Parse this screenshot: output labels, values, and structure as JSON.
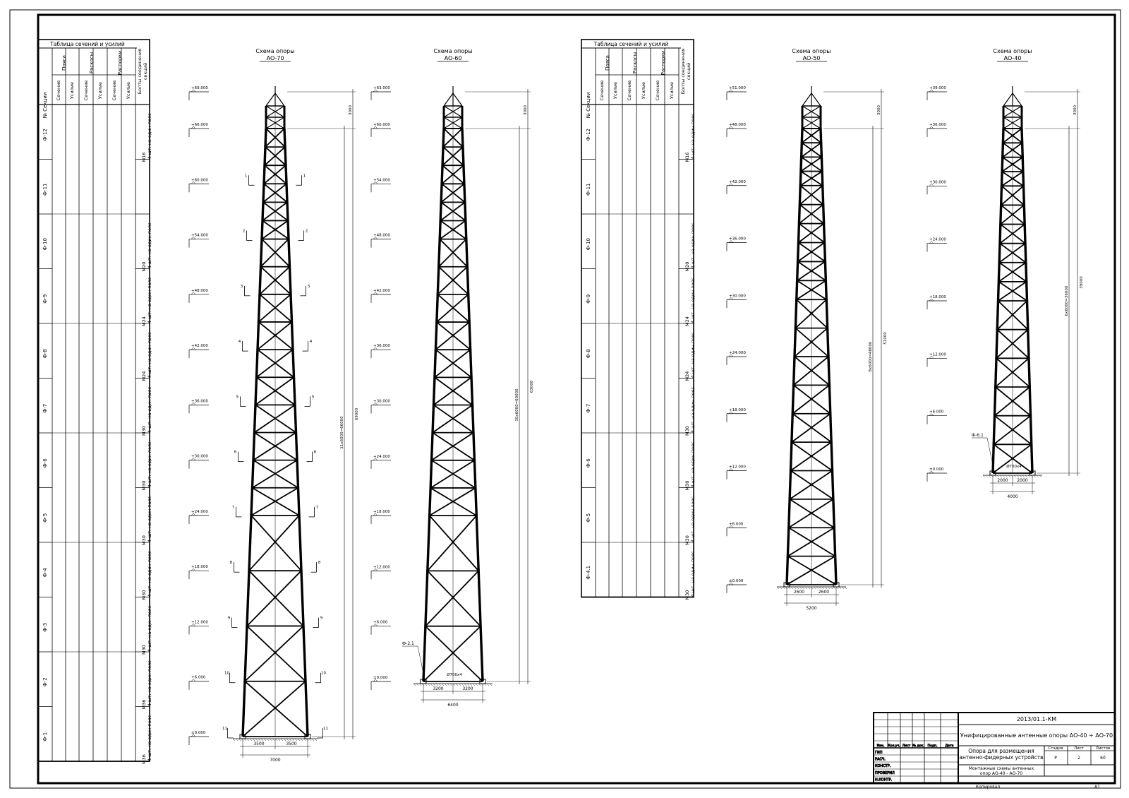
{
  "tables": [
    {
      "title": "Таблица сечений и усилий",
      "headers": {
        "section_no": "№ Секции",
        "belts": "Пояса",
        "braces": "Раскосы",
        "struts": "Распорки",
        "section": "Сечение",
        "force": "Усилие",
        "bolts": "Болты соединения секций"
      },
      "rows": [
        {
          "name": "Ф-12",
          "bolt": "4 шт. на один пояс М16"
        },
        {
          "name": "Ф-11",
          "bolt": ""
        },
        {
          "name": "Ф-10",
          "bolt": "4 шт. на один пояс М20"
        },
        {
          "name": "Ф-9",
          "bolt": "4 шт. на один пояс М24"
        },
        {
          "name": "Ф-8",
          "bolt": "4 шт. на один пояс М24"
        },
        {
          "name": "Ф-7",
          "bolt": "4 шт. на один пояс М30"
        },
        {
          "name": "Ф-6",
          "bolt": "4 шт. на один пояс М30"
        },
        {
          "name": "Ф-5",
          "bolt": "4 шт. на один пояс М30"
        },
        {
          "name": "Ф-4",
          "bolt": "4 шт. на один пояс М30"
        },
        {
          "name": "Ф-3",
          "bolt": "4 шт. на один пояс М30"
        },
        {
          "name": "Ф-2",
          "bolt": "4 шт. на один пояс М36"
        },
        {
          "name": "Ф-1",
          "bolt": "4 шт. на один пояс М36"
        }
      ]
    },
    {
      "title": "Таблица сечений и усилий",
      "headers": {
        "section_no": "№ Секции",
        "belts": "Пояса",
        "braces": "Раскосы",
        "struts": "Распорки",
        "section": "Сечение",
        "force": "Усилие",
        "bolts": "Болты соединения секций"
      },
      "rows": [
        {
          "name": "Ф-12",
          "bolt": "4 шт. на один пояс М16"
        },
        {
          "name": "Ф-11",
          "bolt": ""
        },
        {
          "name": "Ф-10",
          "bolt": "4 шт. на один пояс М20"
        },
        {
          "name": "Ф-9",
          "bolt": "4 шт. на один пояс М24"
        },
        {
          "name": "Ф-8",
          "bolt": "4 шт. на один пояс М24"
        },
        {
          "name": "Ф-7",
          "bolt": "4 шт. на один пояс М30"
        },
        {
          "name": "Ф-6",
          "bolt": "4 шт. на один пояс М30"
        },
        {
          "name": "Ф-5",
          "bolt": "4 шт. на один пояс М30"
        },
        {
          "name": "Ф-4.1",
          "bolt": "4 шт. на один пояс М30"
        }
      ]
    }
  ],
  "towers": [
    {
      "id": "AO-70",
      "title": "Схема опоры",
      "name": "АО-70",
      "levels": [
        "+69.000",
        "+66.000",
        "+60.000",
        "+54.000",
        "+48.000",
        "+42.000",
        "+36.000",
        "+30.000",
        "+24.000",
        "+18.000",
        "+12.000",
        "+6.000",
        "±0.000"
      ],
      "section_marks": [
        "11",
        "10",
        "9",
        "8",
        "7",
        "6",
        "5",
        "4",
        "3",
        "2",
        "1"
      ],
      "dim_top": "3000",
      "dim_span": "11х6000=66000",
      "dim_total": "69000",
      "base_half": "3500",
      "base_width": "7000",
      "foundation": "",
      "anchor": ""
    },
    {
      "id": "AO-60",
      "title": "Схема опоры",
      "name": "АО-60",
      "levels": [
        "+63.000",
        "+60.000",
        "+54.000",
        "+48.000",
        "+42.000",
        "+36.000",
        "+30.000",
        "+24.000",
        "+18.000",
        "+12.000",
        "+6.000",
        "±0.000"
      ],
      "section_marks": [],
      "dim_top": "3000",
      "dim_span": "10х6000=60000",
      "dim_total": "63000",
      "base_half": "3200",
      "base_width": "6400",
      "foundation": "Ф-2.1",
      "anchor": "Ø700х4"
    },
    {
      "id": "AO-50",
      "title": "Схема опоры",
      "name": "АО-50",
      "levels": [
        "+51.000",
        "+48.000",
        "+42.000",
        "+36.000",
        "+30.000",
        "+24.000",
        "+18.000",
        "+12.000",
        "+6.000",
        "±0.000"
      ],
      "section_marks": [],
      "dim_top": "3000",
      "dim_span": "8х6000=48000",
      "dim_total": "51000",
      "base_half": "2600",
      "base_width": "5200",
      "foundation": "",
      "anchor": ""
    },
    {
      "id": "AO-40",
      "title": "Схема опоры",
      "name": "АО-40",
      "levels": [
        "+39.000",
        "+36.000",
        "+30.000",
        "+24.000",
        "+18.000",
        "+12.000",
        "+6.000",
        "±0.000"
      ],
      "section_marks": [],
      "dim_top": "3000",
      "dim_span": "6х6000=36000",
      "dim_total": "39000",
      "base_half": "2000",
      "base_width": "4000",
      "foundation": "Ф-6.1",
      "anchor": "Ø700х4"
    }
  ],
  "title_block": {
    "code": "2013/01.1-КМ",
    "project": "Унифицированные антенные опоры АО-40 ÷ АО-70",
    "object": "Опора для размещения антенно-фидерных устройств",
    "drawing": "Монтажные схемы антенных опор АО-40 - АО-70",
    "stage_label": "Стадия",
    "sheet_label": "Лист",
    "sheets_label": "Листов",
    "stage": "Р",
    "sheet": "2",
    "sheets": "60",
    "col_headers": [
      "Изм.",
      "Кол.уч.",
      "Лист",
      "№ док.",
      "Подп.",
      "Дата"
    ],
    "roles": [
      "ГИП",
      "РАСЧ.",
      "КОНСТР.",
      "ПРОВЕРИЛ",
      "Н.КОНТР."
    ],
    "copied": "Копировал",
    "format": "A1"
  }
}
